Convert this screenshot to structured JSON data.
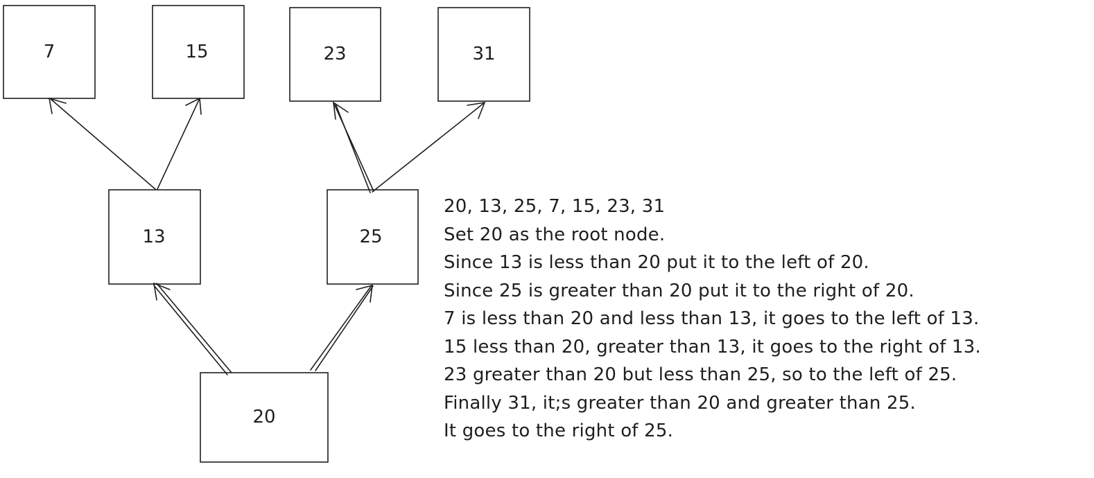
{
  "diagram": {
    "nodes": [
      {
        "id": "n7",
        "label": "7"
      },
      {
        "id": "n15",
        "label": "15"
      },
      {
        "id": "n23",
        "label": "23"
      },
      {
        "id": "n31",
        "label": "31"
      },
      {
        "id": "n13",
        "label": "13"
      },
      {
        "id": "n25",
        "label": "25"
      },
      {
        "id": "n20",
        "label": "20"
      }
    ],
    "edges": [
      {
        "from": "n20",
        "to": "n13"
      },
      {
        "from": "n20",
        "to": "n25"
      },
      {
        "from": "n13",
        "to": "n7"
      },
      {
        "from": "n13",
        "to": "n15"
      },
      {
        "from": "n25",
        "to": "n23"
      },
      {
        "from": "n25",
        "to": "n31"
      }
    ]
  },
  "explanation": {
    "lines": [
      "20, 13, 25, 7, 15, 23, 31",
      "Set 20 as the root node.",
      "Since 13 is less than 20 put it to the left of 20.",
      "Since 25 is greater than 20 put it to the right of 20.",
      "7 is less than 20 and less than 13, it goes to the left of 13.",
      "15 less than 20, greater than 13, it goes to the right of 13.",
      "23 greater than 20 but less than 25, so to the left of 25.",
      "Finally 31, it;s greater than 20 and greater than 25.",
      "It goes to the right of 25."
    ]
  }
}
